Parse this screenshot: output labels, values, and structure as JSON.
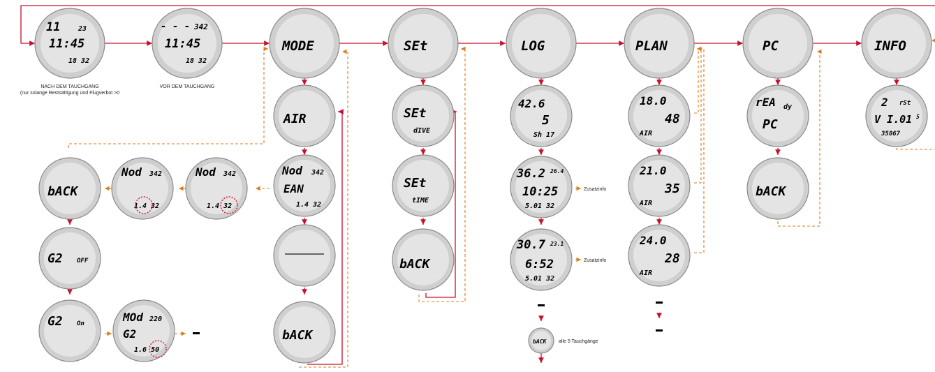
{
  "labels": {
    "after_dive": "NACH DEM TAUCHGANG",
    "after_dive_note": "(nur solange Restsättigung und Flugverbot >0",
    "before_dive": "VOR DEM TAUCHGANG",
    "extra_info_1": "Zusatzinfo",
    "extra_info_2": "Zusatzinfo",
    "all_dives": "alle 5 Tauchgänge"
  },
  "screens": {
    "s1": [
      "11",
      "23",
      "11:45",
      "18 32"
    ],
    "s2": [
      "- - -",
      "342",
      "11:45",
      "18 32"
    ],
    "mode": [
      "MODE"
    ],
    "set": [
      "SEt"
    ],
    "log": [
      "LOG"
    ],
    "plan": [
      "PLAN"
    ],
    "pc": [
      "PC"
    ],
    "info": [
      "INFO"
    ],
    "air": [
      "AIR"
    ],
    "mod_ean": [
      "Nod",
      "342",
      "EAN",
      "1.4 32"
    ],
    "mod2": [
      "Nod",
      "342",
      "1.4 32"
    ],
    "mod1": [
      "Nod",
      "342",
      "1.4 32"
    ],
    "back_left": [
      "bACK"
    ],
    "g2_off": [
      "G2",
      "OFF"
    ],
    "g2_on": [
      "G2",
      "On"
    ],
    "mod_g2": [
      "MOd",
      "220",
      "G2",
      "1.6 50"
    ],
    "blank": [
      ""
    ],
    "back_mode": [
      "bACK"
    ],
    "set_dive": [
      "SEt",
      "dIVE"
    ],
    "set_time": [
      "SEt",
      "tIME"
    ],
    "back_set": [
      "bACK"
    ],
    "log1": [
      "42.6",
      "5",
      "Sh 17"
    ],
    "log2": [
      "36.2",
      "26.4",
      "10:25",
      "5.01 32"
    ],
    "log3": [
      "30.7",
      "23.1",
      "6:52",
      "5.01 32"
    ],
    "log_mini": [
      "bACK"
    ],
    "plan1": [
      "18.0",
      "48",
      "AIR"
    ],
    "plan2": [
      "21.0",
      "35",
      "AIR"
    ],
    "plan3": [
      "24.0",
      "28",
      "AIR"
    ],
    "pc_ready": [
      "rEA",
      "dy",
      "PC"
    ],
    "back_pc": [
      "bACK"
    ],
    "info2": [
      "2",
      "rSt",
      "V I.01",
      "5",
      "35867"
    ]
  },
  "colors": {
    "main_flow": "#c8102e",
    "return_flow": "#e07b1a"
  }
}
